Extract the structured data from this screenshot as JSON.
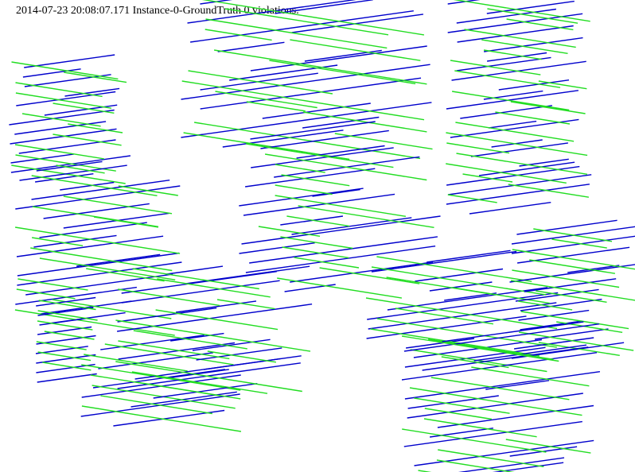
{
  "header": {
    "timestamp": "2014-07-23 20:08:07.171",
    "instance": "Instance-0-GroundTruth",
    "violations": "0 violations."
  },
  "colors": {
    "background": "#ffffff",
    "blue_segment": "#0000cc",
    "green_segment": "#22dd22",
    "text": "#000000"
  }
}
